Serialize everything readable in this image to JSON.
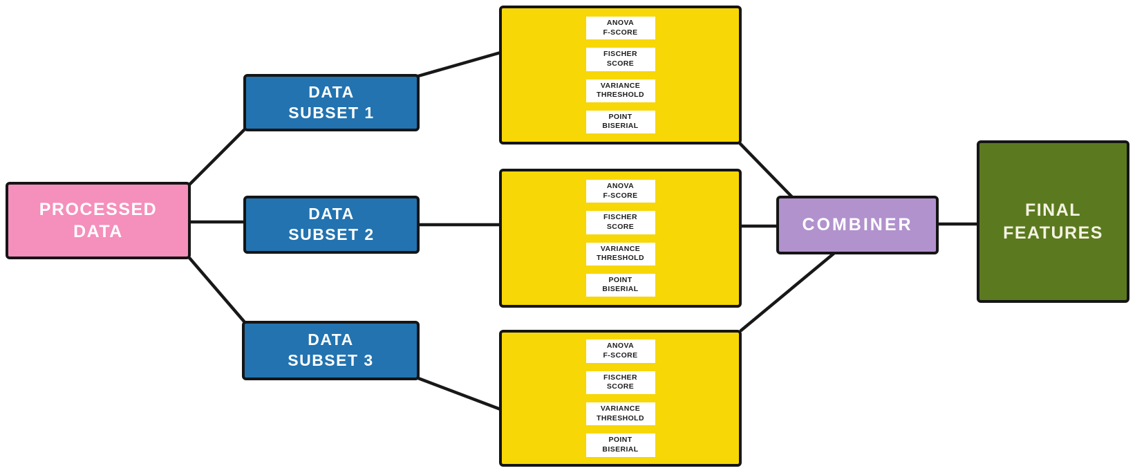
{
  "diagram": {
    "background_color": "#ffffff",
    "connector_color": "#181818",
    "border_color": "#151515",
    "nodes": {
      "processed_data": {
        "line1": "PROCESSED",
        "line2": "DATA",
        "color": "#f58fbc",
        "text_color": "#ffffff"
      },
      "subset1": {
        "line1": "DATA",
        "line2": "SUBSET 1",
        "color": "#2273b0",
        "text_color": "#ffffff"
      },
      "subset2": {
        "line1": "DATA",
        "line2": "SUBSET 2",
        "color": "#2273b0",
        "text_color": "#ffffff"
      },
      "subset3": {
        "line1": "DATA",
        "line2": "SUBSET 3",
        "color": "#2273b0",
        "text_color": "#ffffff"
      },
      "filter_block_color": "#f7d705",
      "combiner": {
        "label": "COMBINER",
        "color": "#b192cd",
        "text_color": "#ffffff"
      },
      "final_features": {
        "line1": "FINAL",
        "line2": "FEATURES",
        "color": "#5b7a1f",
        "text_color": "#f4f2e3"
      }
    },
    "filters": [
      {
        "line1": "ANOVA",
        "line2": "F-SCORE"
      },
      {
        "line1": "FISCHER",
        "line2": "SCORE"
      },
      {
        "line1": "VARIANCE",
        "line2": "THRESHOLD"
      },
      {
        "line1": "POINT",
        "line2": "BISERIAL"
      }
    ]
  }
}
